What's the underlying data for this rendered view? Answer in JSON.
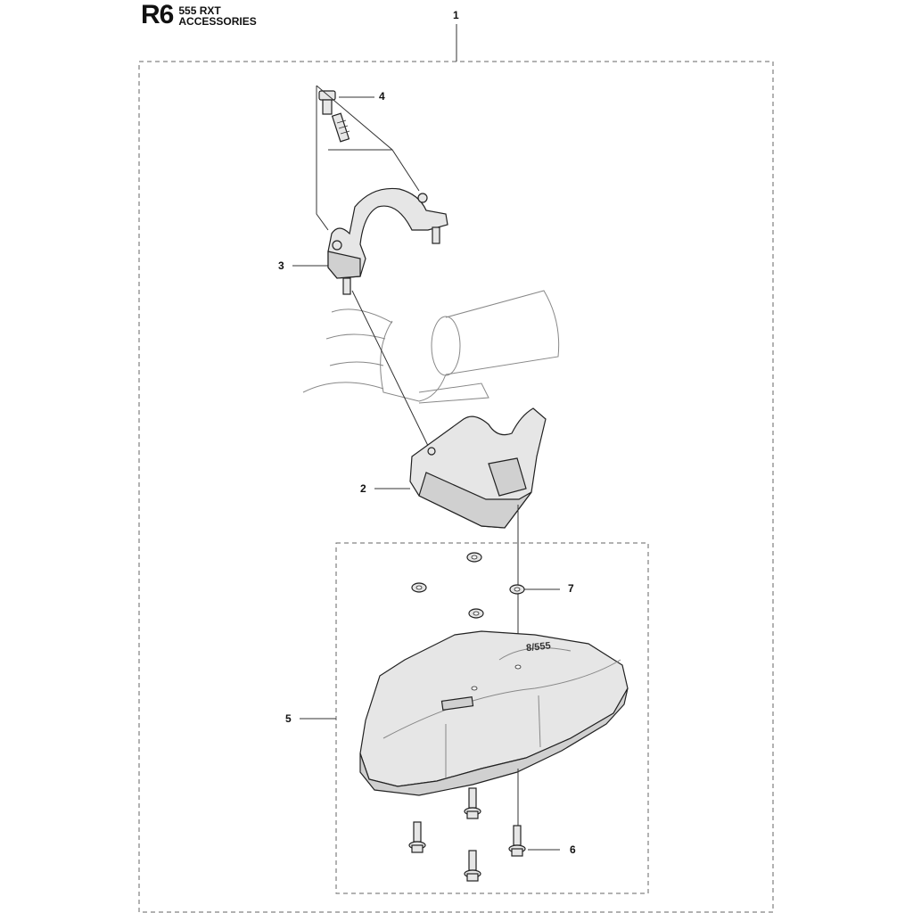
{
  "header": {
    "code": "R6",
    "model": "555 RXT",
    "section": "ACCESSORIES"
  },
  "callouts": {
    "c1": "1",
    "c2": "2",
    "c3": "3",
    "c4": "4",
    "c5": "5",
    "c6": "6",
    "c7": "7"
  },
  "guard_marking": "8/555"
}
